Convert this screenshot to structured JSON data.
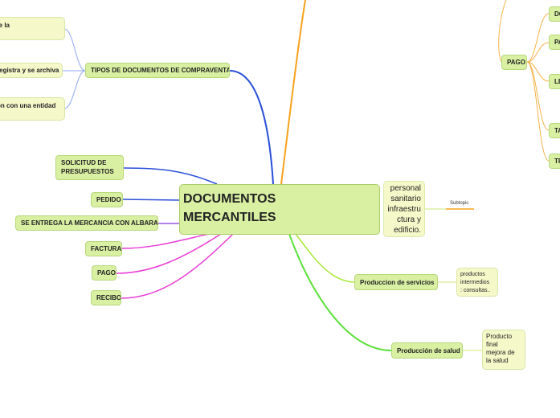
{
  "central": {
    "title_line1": "DOCUMENTOS",
    "title_line2": "MERCANTILES"
  },
  "tipos": {
    "label": "TIPOS DE DOCUMENTOS DE  COMPRAVENTA",
    "children": [
      "te la",
      "registra y se archiva",
      "on con una entidad"
    ]
  },
  "left_nodes": {
    "solicitud_line1": "SOLICITUD DE",
    "solicitud_line2": "PRESUPUESTOS",
    "pedido": "PEDIDO",
    "albaran": "SE ENTREGA LA MERCANCIA CON ALBARAN",
    "factura": "FACTURA",
    "pago": "PAGO",
    "recibo": "RECIBO"
  },
  "pago_branch": {
    "label": "PAGO",
    "children": [
      "DO",
      "PA",
      "LE",
      "TA",
      "TR"
    ]
  },
  "personal": {
    "lines": [
      "personal",
      "sanitario",
      "infraestru",
      "ctura y",
      "edificio."
    ]
  },
  "subtopic": "Subtopic",
  "servicios": {
    "label": "Produccion de servicios",
    "child_lines": [
      "productos",
      "intermedios",
      ": consultas.."
    ]
  },
  "salud": {
    "label": "Producción de salud",
    "child_lines": [
      "Producto",
      "final",
      "mejora de",
      "la salud"
    ]
  },
  "colors": {
    "blue": "#2a4fd8",
    "magenta": "#e83cd6",
    "orange": "#f7a21b",
    "green": "#5be03a",
    "lime": "#a8e83a"
  }
}
